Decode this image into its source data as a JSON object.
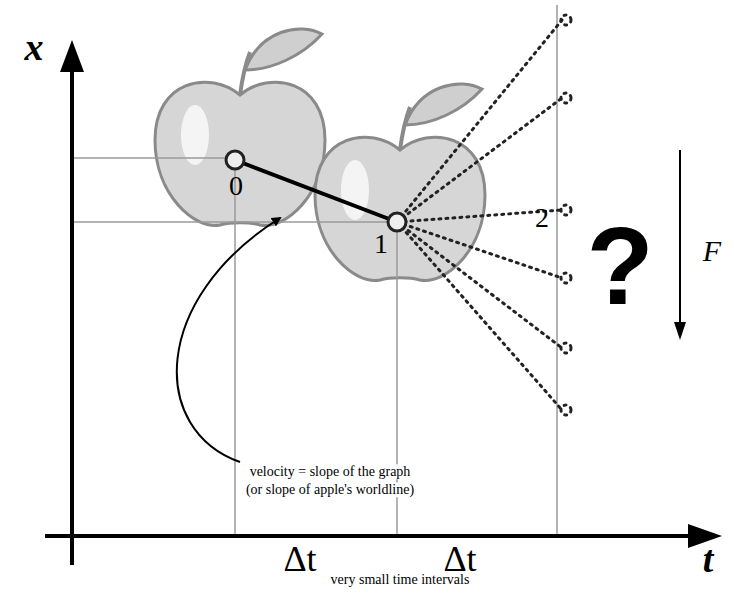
{
  "diagram": {
    "labels": [
      "x",
      "t",
      "0",
      "1",
      "2",
      "?",
      "F",
      "velocity = slope of the graph",
      "(or slope of apple's worldline)",
      "Δt",
      "Δt",
      "very small time intervals"
    ]
  }
}
